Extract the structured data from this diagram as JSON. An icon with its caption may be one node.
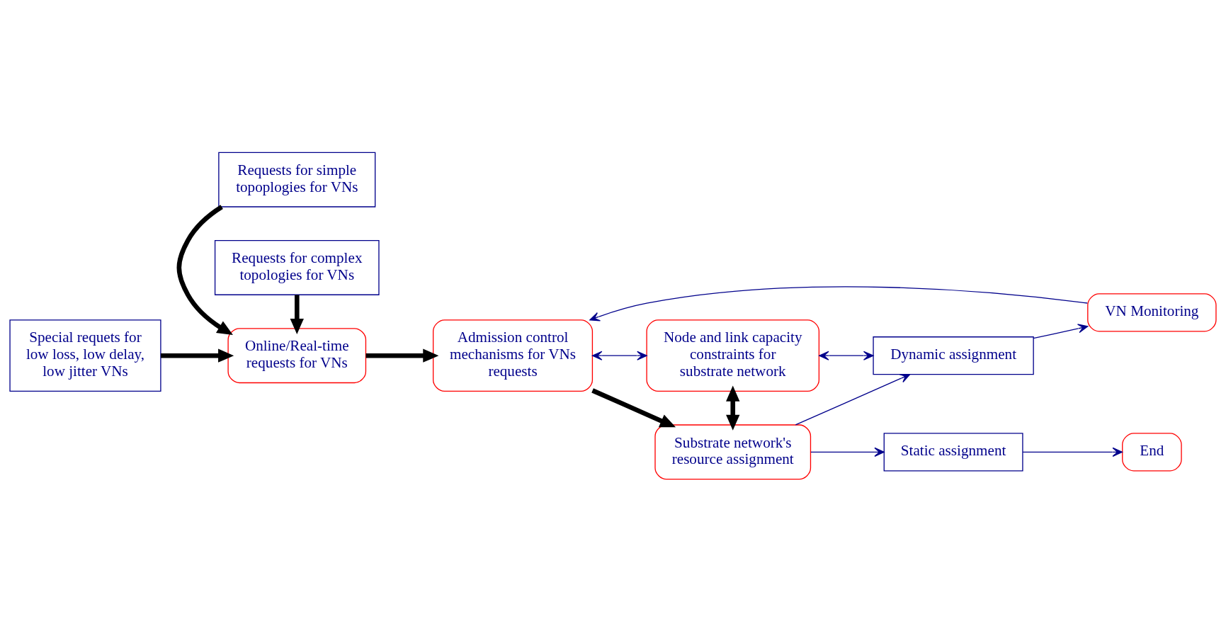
{
  "diagram": {
    "nodes": [
      {
        "text": [
          "Requests for simple topoplogies for VNs"
        ]
      },
      {
        "text": [
          "Special requets for low loss, low delay, low jitter VNs"
        ]
      },
      {
        "text": [
          "Online/Real-time requests for VNs"
        ]
      },
      {
        "text": [
          "Requests for complex topologies for VNs"
        ]
      },
      {
        "text": [
          "Admission control mechanisms for VNs requests"
        ]
      },
      {
        "text": [
          "Node and link capacity constraints for substrate network"
        ]
      },
      {
        "text": [
          "Substrate network's resource assignment"
        ]
      },
      {
        "text": [
          "End"
        ]
      },
      {
        "text": [
          "Static assignment"
        ]
      },
      {
        "text": [
          "Dynamic assignment"
        ]
      },
      {
        "text": [
          "VN Monitoring"
        ]
      }
    ],
    "edges": [
      {
        "from": 0,
        "to": 2,
        "arrow": "to",
        "style": "thick",
        "color": "#000000"
      },
      {
        "from": 1,
        "to": 2,
        "arrow": "to",
        "style": "thick",
        "color": "#000000"
      },
      {
        "from": 3,
        "to": 2,
        "arrow": "to",
        "style": "thick",
        "color": "#000000"
      },
      {
        "from": 2,
        "to": 4,
        "arrow": "to",
        "style": "thick",
        "color": "#000000"
      },
      {
        "from": 4,
        "to": 5,
        "arrow": "both"
      },
      {
        "from": 4,
        "to": 6,
        "arrow": "to",
        "style": "thick",
        "color": "#000000"
      },
      {
        "from": 5,
        "to": 6,
        "arrow": "both",
        "style": "thick",
        "color": "#000000"
      },
      {
        "from": 6,
        "to": 8,
        "arrow": "to"
      },
      {
        "from": 6,
        "to": 9,
        "arrow": "to"
      },
      {
        "from": 8,
        "to": 7,
        "arrow": "to"
      },
      {
        "from": 5,
        "to": 9,
        "arrow": "both"
      },
      {
        "from": 9,
        "to": 10,
        "arrow": "to"
      },
      {
        "from": 10,
        "to": 4,
        "arrow": "to"
      }
    ]
  }
}
